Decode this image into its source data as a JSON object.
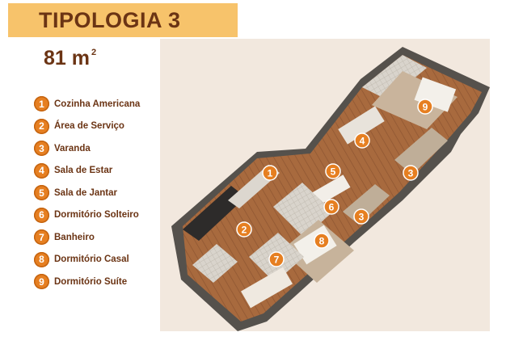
{
  "title": "TIPOLOGIA 3",
  "area": {
    "value": "81 m",
    "unit_sup": "2"
  },
  "legend": [
    {
      "num": "1",
      "label": "Cozinha Americana"
    },
    {
      "num": "2",
      "label": "Área de Serviço"
    },
    {
      "num": "3",
      "label": "Varanda"
    },
    {
      "num": "4",
      "label": "Sala de Estar"
    },
    {
      "num": "5",
      "label": "Sala de Jantar"
    },
    {
      "num": "6",
      "label": "Dormitório Solteiro"
    },
    {
      "num": "7",
      "label": "Banheiro"
    },
    {
      "num": "8",
      "label": "Dormitório Casal"
    },
    {
      "num": "9",
      "label": "Dormitório Suíte"
    }
  ],
  "plan_markers": [
    {
      "num": "1"
    },
    {
      "num": "2"
    },
    {
      "num": "3"
    },
    {
      "num": "3"
    },
    {
      "num": "4"
    },
    {
      "num": "5"
    },
    {
      "num": "6"
    },
    {
      "num": "7"
    },
    {
      "num": "8"
    },
    {
      "num": "9"
    }
  ],
  "colors": {
    "accent": "#e67f21",
    "title_bar": "#f7c36b",
    "text": "#6b3414"
  }
}
